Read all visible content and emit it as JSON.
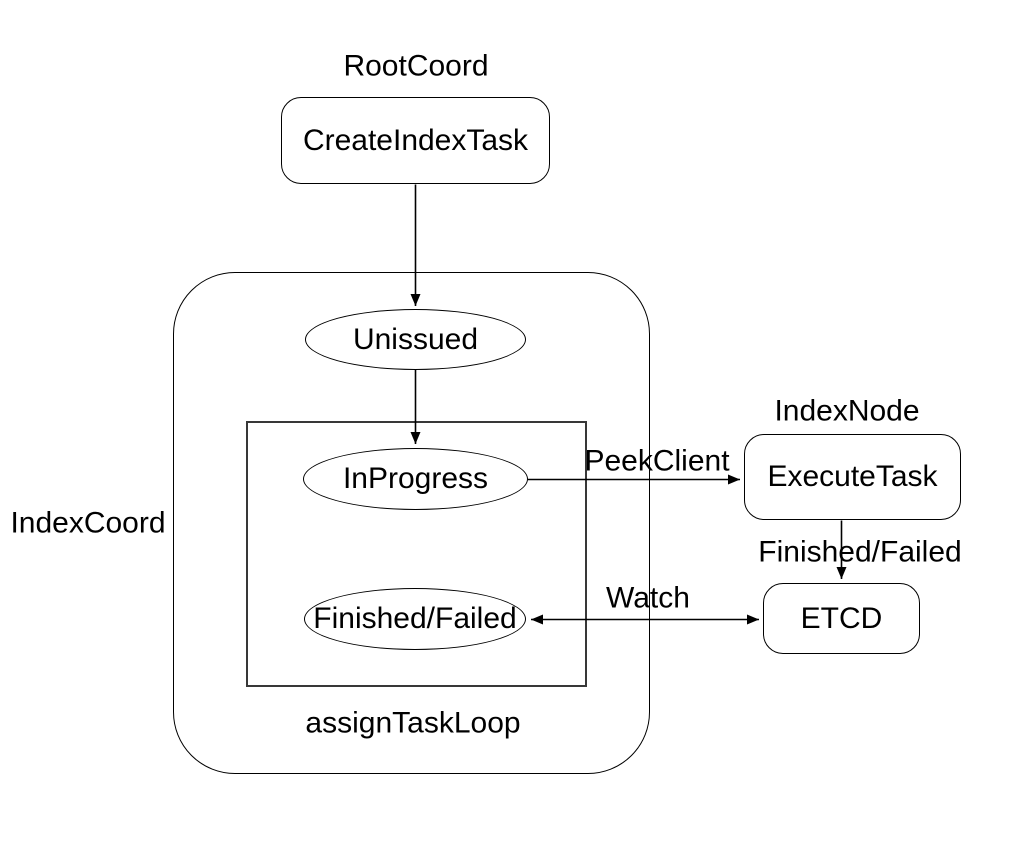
{
  "diagram": {
    "colors": {
      "background": "#ffffff",
      "stroke": "#000000",
      "text": "#000000"
    },
    "group_labels": {
      "root_coord": "RootCoord",
      "index_coord": "IndexCoord",
      "index_node": "IndexNode",
      "assign_task_loop": "assignTaskLoop"
    },
    "nodes": {
      "create_index_task": "CreateIndexTask",
      "unissued": "Unissued",
      "in_progress": "InProgress",
      "finished_failed": "Finished/Failed",
      "execute_task": "ExecuteTask",
      "etcd": "ETCD"
    },
    "edges": [
      {
        "from": "CreateIndexTask",
        "to": "Unissued",
        "label": "",
        "bidirectional": false
      },
      {
        "from": "Unissued",
        "to": "InProgress",
        "label": "",
        "bidirectional": false
      },
      {
        "from": "InProgress",
        "to": "ExecuteTask",
        "label": "PeekClient",
        "bidirectional": false
      },
      {
        "from": "ExecuteTask",
        "to": "ETCD",
        "label": "Finished/Failed",
        "bidirectional": false
      },
      {
        "from": "Finished/Failed",
        "to": "ETCD",
        "label": "Watch",
        "bidirectional": true
      }
    ]
  }
}
